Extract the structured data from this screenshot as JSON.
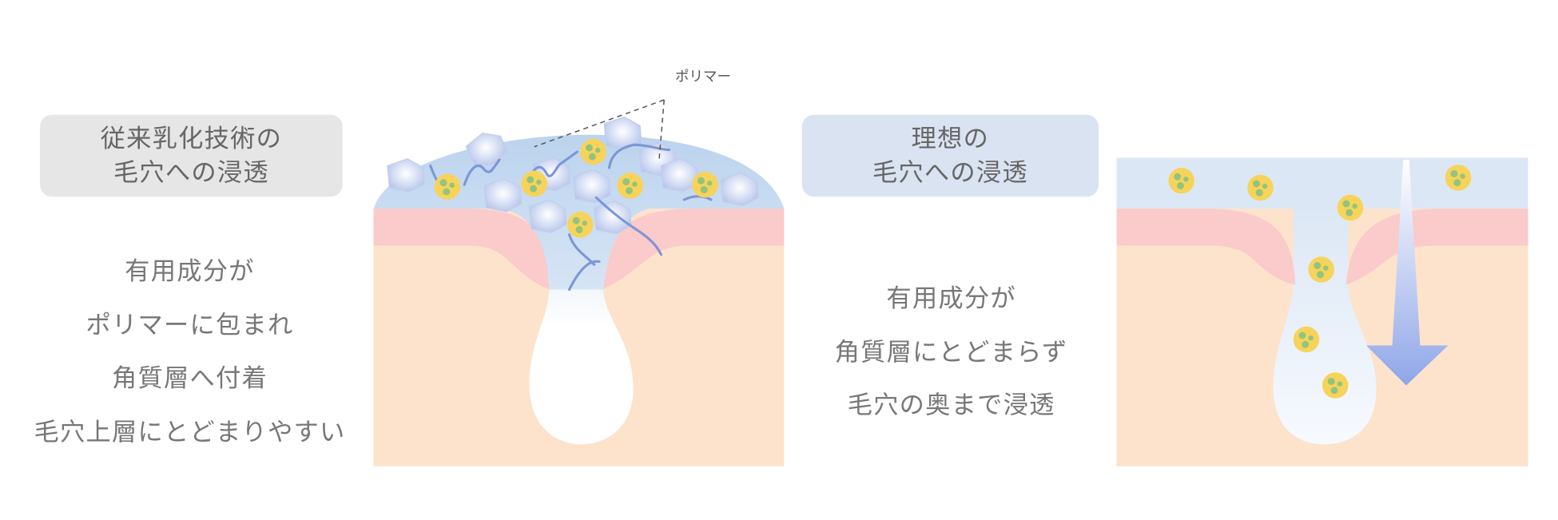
{
  "left_panel": {
    "title_lines": [
      "従来乳化技術の",
      "毛穴への浸透"
    ],
    "description_lines": [
      "有用成分が",
      "ポリマーに包まれ",
      "角質層へ付着",
      "毛穴上層にとどまりやすい"
    ],
    "callout_label": "ポリマー"
  },
  "right_panel": {
    "title_lines": [
      "理想の",
      "毛穴への浸透"
    ],
    "description_lines": [
      "有用成分が",
      "角質層にとどまらず",
      "毛穴の奥まで浸透"
    ]
  },
  "colors": {
    "skin": "#fde3cc",
    "stratum_corneum": "#fbcaca",
    "emulsion": "#c9dcf1",
    "particle": "#f7d35a",
    "particle_dot": "#93c47d",
    "polymer": "#7d96d6",
    "arrow": "#8fa6e8"
  }
}
